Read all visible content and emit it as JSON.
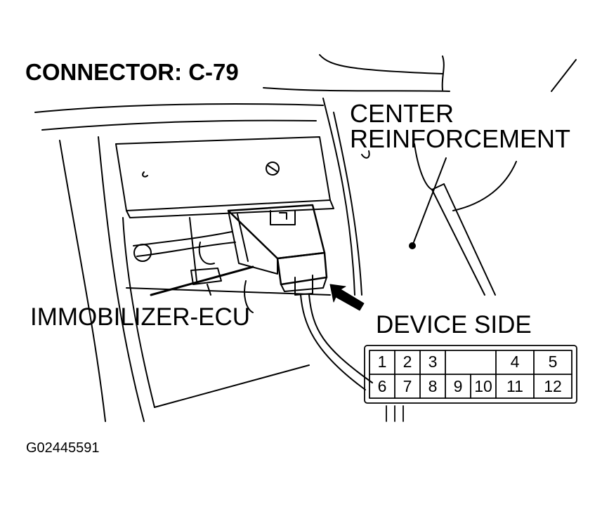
{
  "title": "CONNECTOR: C-79",
  "labels": {
    "center_reinforcement": [
      "CENTER",
      "REINFORCEMENT"
    ],
    "immobilizer_ecu": "IMMOBILIZER-ECU",
    "device_side": "DEVICE SIDE"
  },
  "connector": {
    "top_row": [
      "1",
      "2",
      "3",
      "4",
      "5"
    ],
    "bottom_row": [
      "6",
      "7",
      "8",
      "9",
      "10",
      "11",
      "12"
    ]
  },
  "figure_code": "G02445591",
  "colors": {
    "line": "#000000",
    "background": "#ffffff"
  }
}
